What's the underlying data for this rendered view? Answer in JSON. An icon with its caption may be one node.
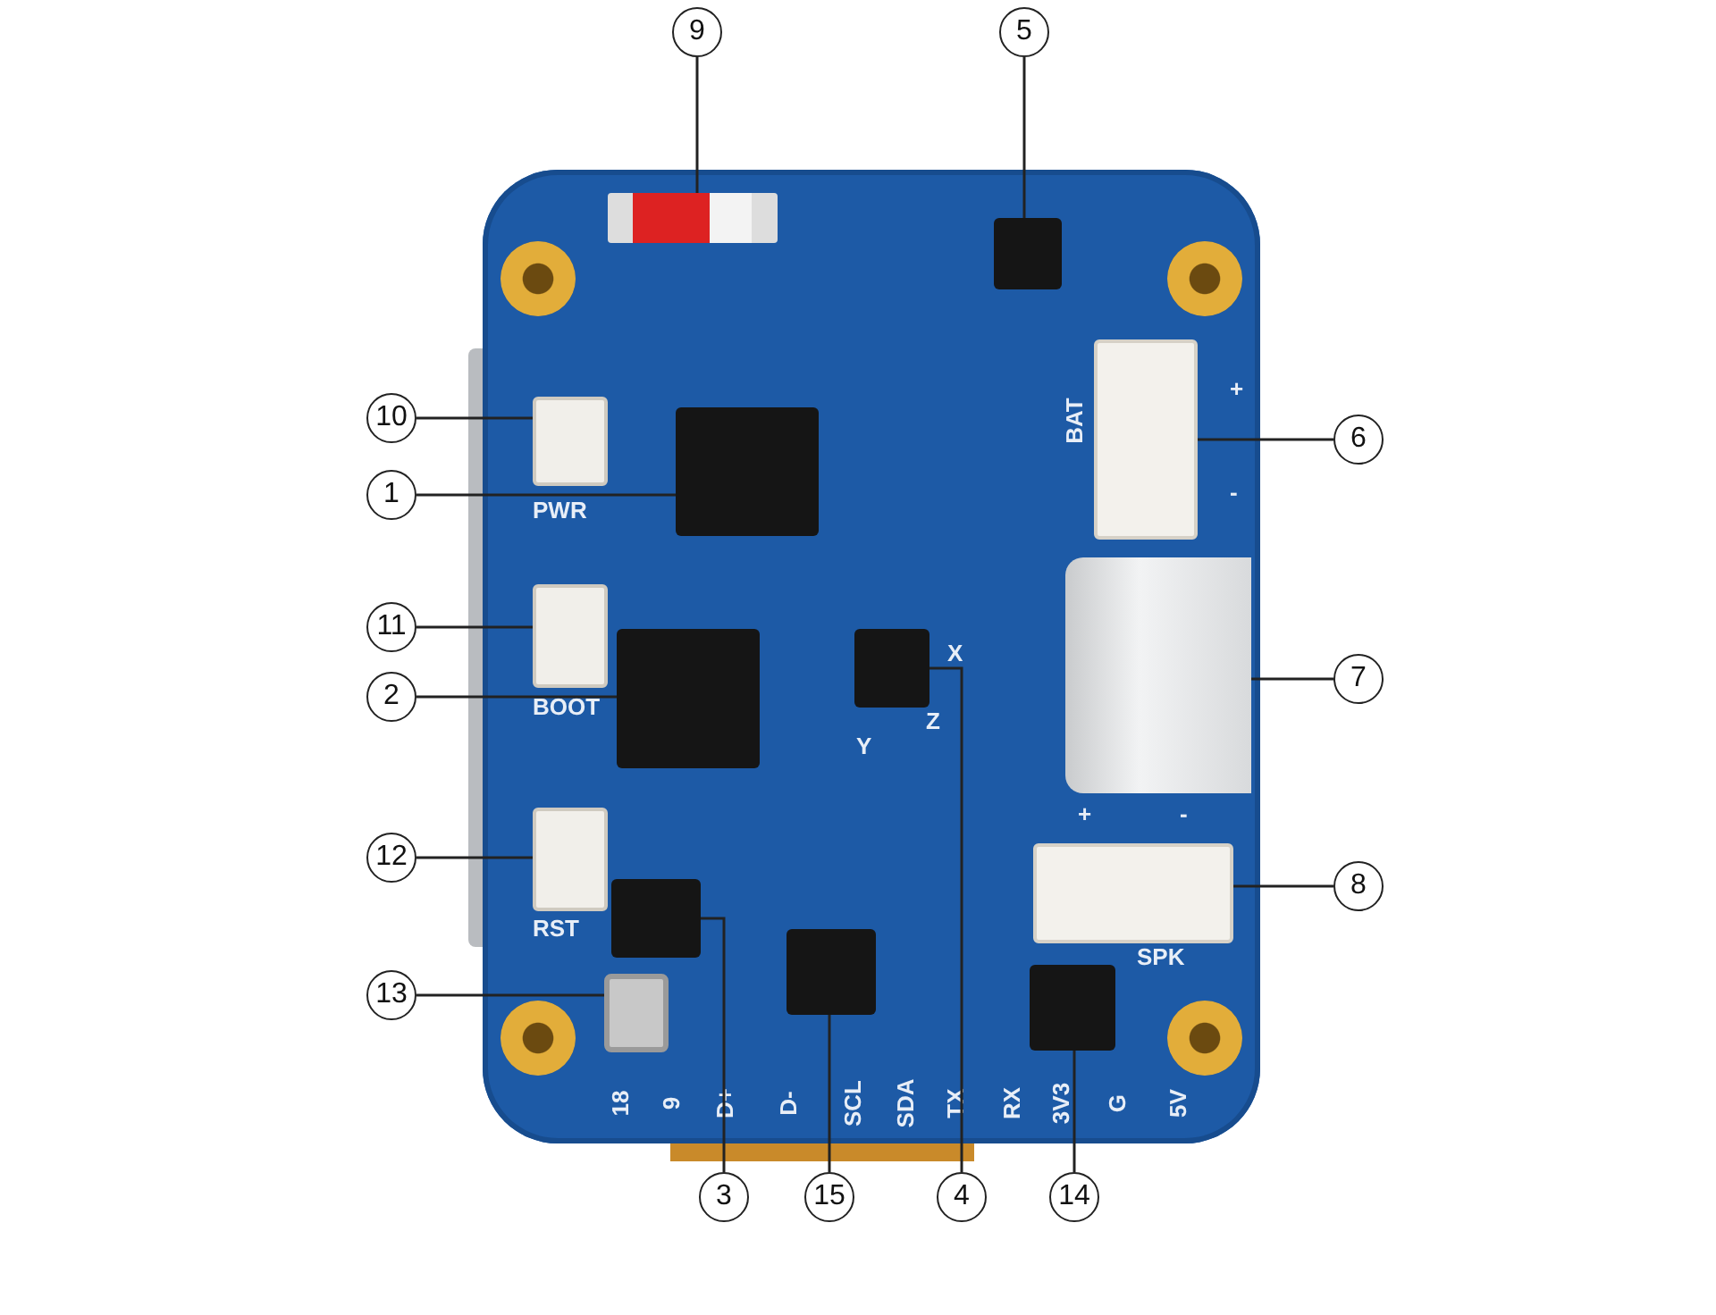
{
  "diagram": {
    "nodes": [
      {
        "text": [],
        "shape": "picture"
      },
      {
        "text": [
          "9"
        ]
      },
      {
        "text": [
          "5"
        ]
      },
      {
        "text": [
          "10"
        ]
      },
      {
        "text": [
          "6"
        ]
      },
      {
        "text": [
          "1"
        ]
      },
      {
        "text": [
          "11"
        ]
      },
      {
        "text": [
          "7"
        ]
      },
      {
        "text": [
          "2"
        ]
      },
      {
        "text": [
          "12"
        ]
      },
      {
        "text": [
          "8"
        ]
      },
      {
        "text": [
          "13"
        ]
      },
      {
        "text": [
          "3"
        ]
      },
      {
        "text": [
          "15"
        ]
      },
      {
        "text": [
          "4"
        ]
      },
      {
        "text": [
          "14"
        ]
      },
      {
        "text": [],
        "shape": "box",
        "in": 0
      },
      {
        "text": [],
        "shape": "box",
        "in": 0
      },
      {
        "text": [],
        "shape": "box",
        "in": 0,
        "beside": [
          "PWR"
        ]
      },
      {
        "text": [],
        "shape": "box",
        "in": 0,
        "beside": [
          "BAT"
        ]
      },
      {
        "text": [],
        "shape": "box",
        "in": 0
      },
      {
        "text": [],
        "shape": "box",
        "in": 0,
        "beside": [
          "BOOT"
        ]
      },
      {
        "text": [],
        "shape": "box",
        "in": 0
      },
      {
        "text": [],
        "shape": "box",
        "in": 0
      },
      {
        "text": [],
        "shape": "box",
        "in": 0,
        "beside": [
          "RST"
        ]
      },
      {
        "text": [],
        "shape": "box",
        "in": 0,
        "beside": [
          "SPK"
        ]
      },
      {
        "text": [],
        "shape": "box",
        "in": 0
      },
      {
        "text": [],
        "shape": "box",
        "in": 0
      },
      {
        "text": [],
        "shape": "box",
        "in": 0
      },
      {
        "text": [],
        "shape": "box",
        "in": 0
      },
      {
        "text": [],
        "shape": "box",
        "in": 0
      }
    ],
    "edges": [
      {
        "from": 1,
        "to": 16,
        "arrow": "none"
      },
      {
        "from": 2,
        "to": 17,
        "arrow": "none"
      },
      {
        "from": 3,
        "to": 18,
        "arrow": "none"
      },
      {
        "from": 4,
        "to": 19,
        "arrow": "none"
      },
      {
        "from": 5,
        "to": 20,
        "arrow": "none"
      },
      {
        "from": 6,
        "to": 21,
        "arrow": "none"
      },
      {
        "from": 7,
        "to": 22,
        "arrow": "none"
      },
      {
        "from": 8,
        "to": 23,
        "arrow": "none"
      },
      {
        "from": 9,
        "to": 24,
        "arrow": "none"
      },
      {
        "from": 10,
        "to": 25,
        "arrow": "none"
      },
      {
        "from": 11,
        "to": 26,
        "arrow": "none"
      },
      {
        "from": 12,
        "to": 27,
        "arrow": "none"
      },
      {
        "from": 13,
        "to": 28,
        "arrow": "none"
      },
      {
        "from": 14,
        "to": 29,
        "arrow": "none"
      },
      {
        "from": 15,
        "to": 30,
        "arrow": "none"
      }
    ],
    "labels": [
      "+",
      "-",
      "X",
      "Y",
      "Z",
      "+",
      "-",
      "18",
      "9",
      "D+",
      "D-",
      "SCL",
      "SDA",
      "TX",
      "RX",
      "3V3",
      "G",
      "5V"
    ]
  }
}
